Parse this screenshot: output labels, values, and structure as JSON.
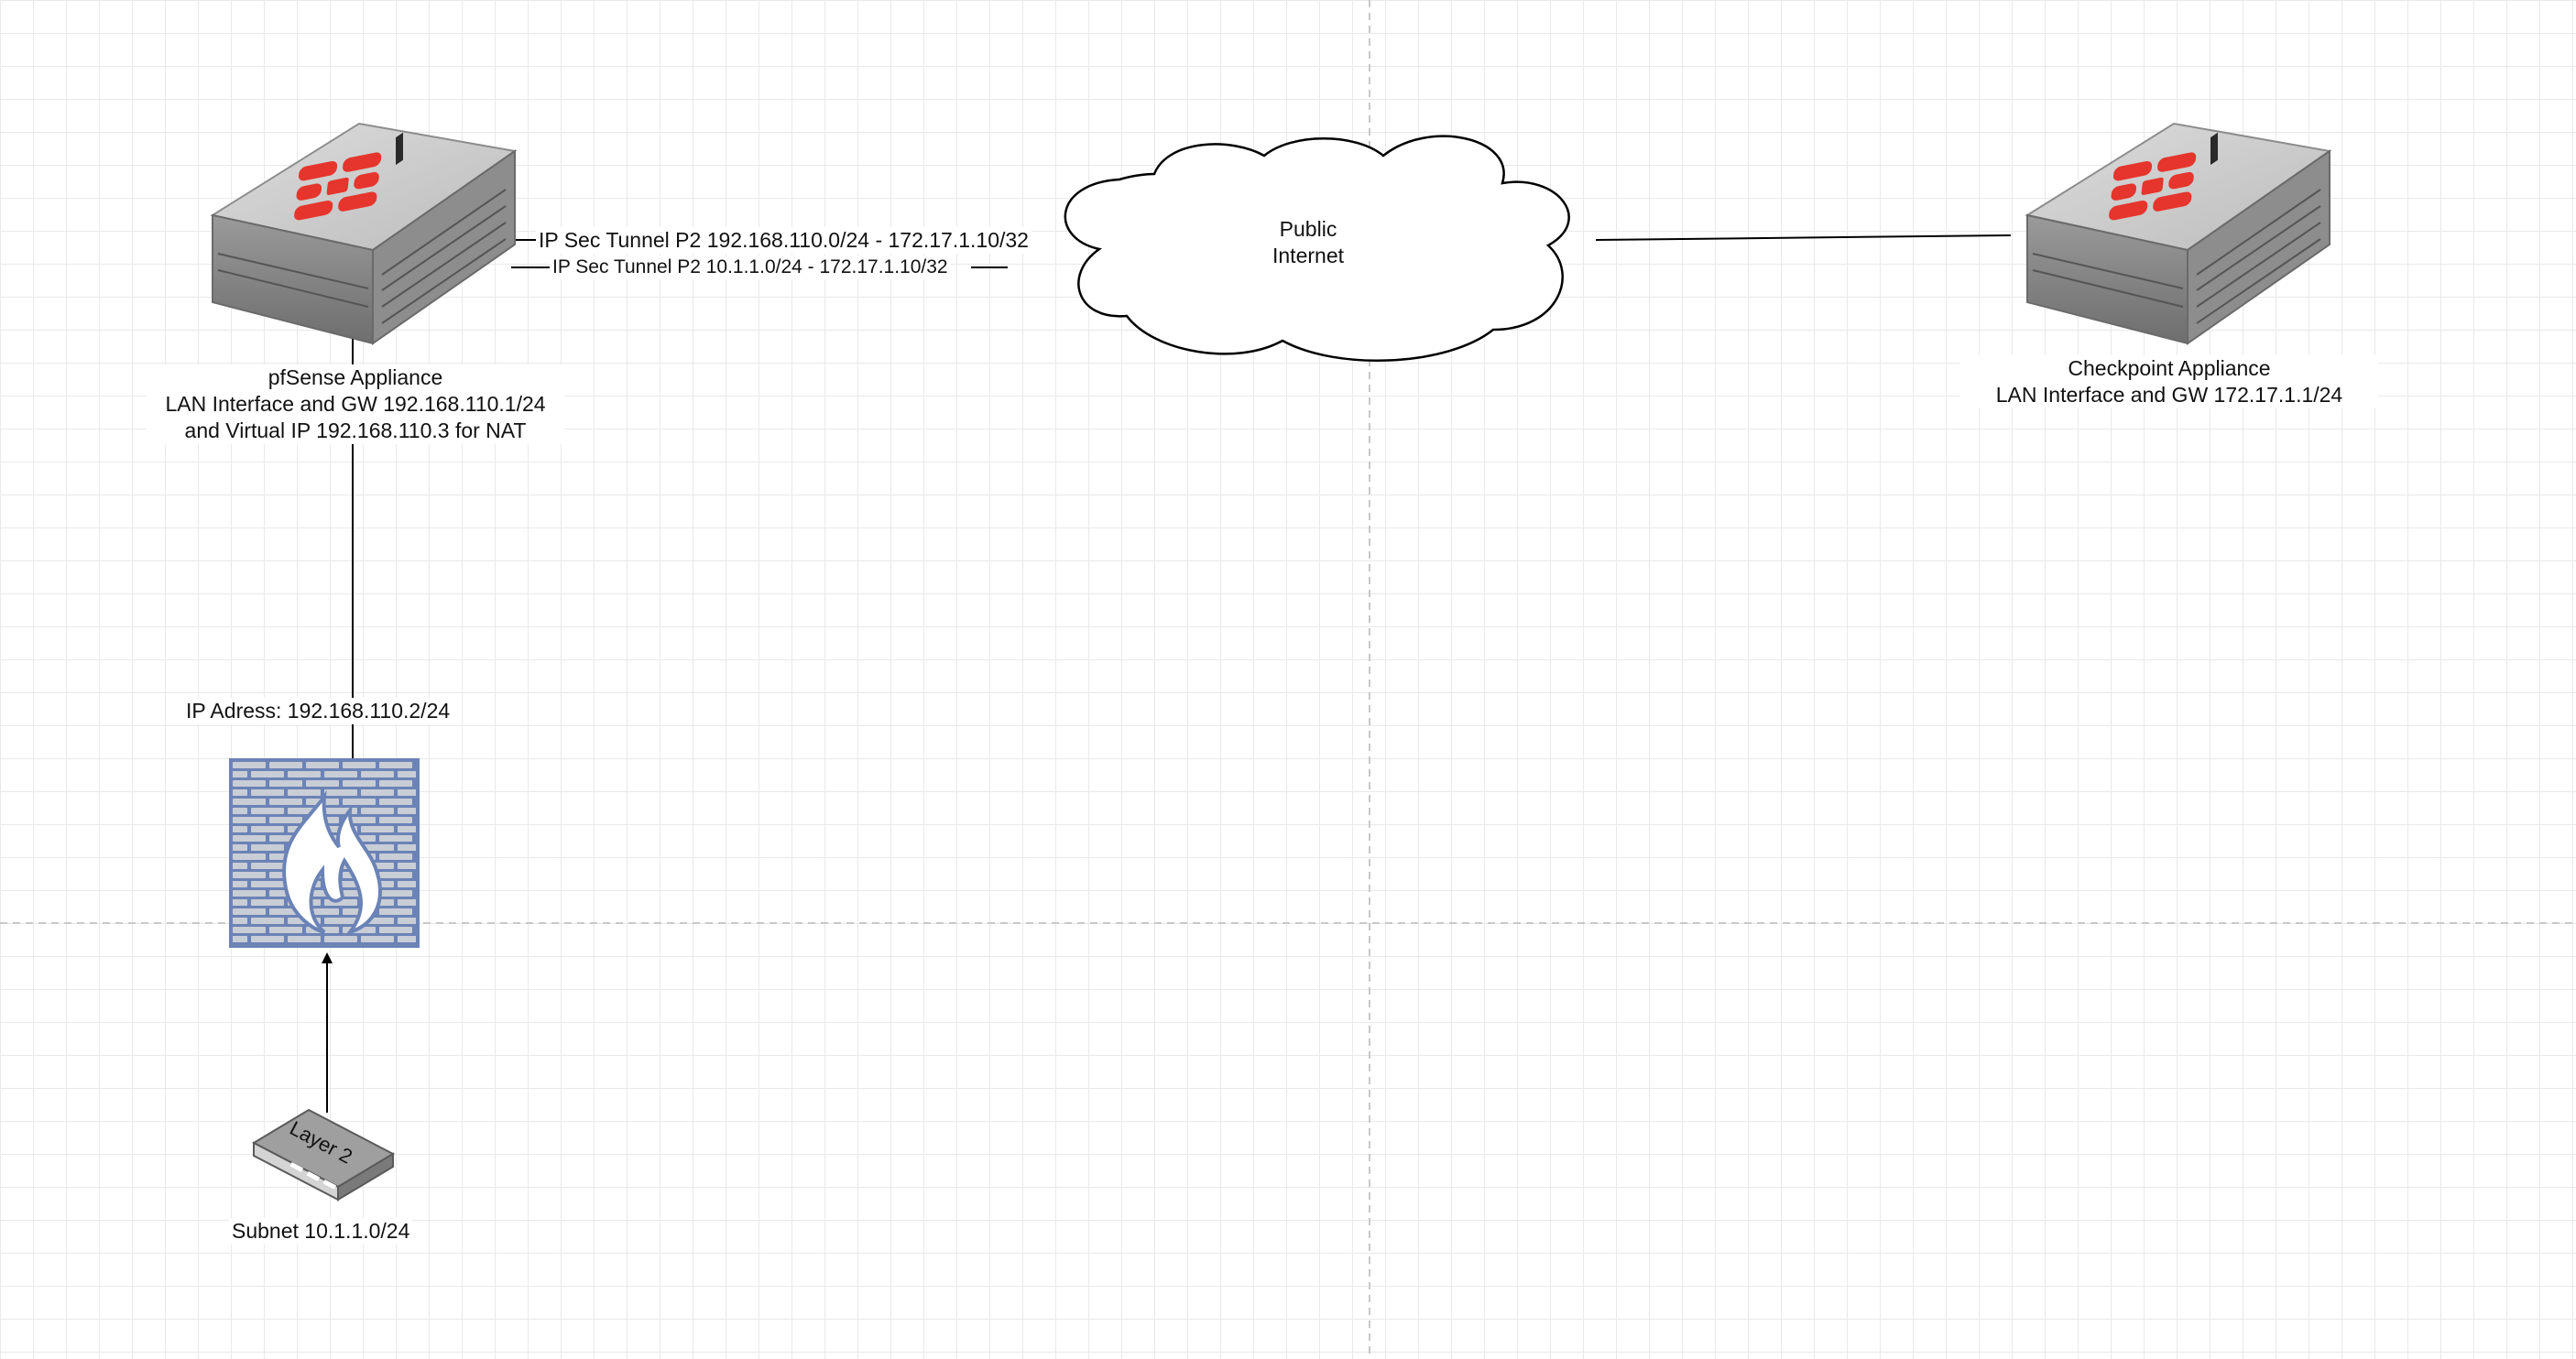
{
  "diagram": {
    "pfsense": {
      "title": "pfSense Appliance",
      "line2": "LAN Interface and GW 192.168.110.1/24",
      "line3": "and Virtual IP 192.168.110.3 for NAT",
      "icon": "fortinet-appliance-icon"
    },
    "checkpoint": {
      "title": "Checkpoint Appliance",
      "line2": "LAN Interface and GW 172.17.1.1/24",
      "icon": "fortinet-appliance-icon"
    },
    "cloud": {
      "line1": "Public",
      "line2": "Internet",
      "icon": "cloud-icon"
    },
    "tunnels": [
      "IP Sec  Tunnel P2 192.168.110.0/24 - 172.17.1.10/32",
      "IP Sec Tunnel P2 10.1.1.0/24 - 172.17.1.10/32"
    ],
    "firewall": {
      "ip_label": "IP Adress: 192.168.110.2/24",
      "icon": "firewall-icon"
    },
    "switch": {
      "label": "Layer 2",
      "subnet": "Subnet 10.1.1.0/24",
      "icon": "layer2-switch-icon"
    },
    "colors": {
      "appliance_red": "#e5352c",
      "firewall_blue": "#6b83b6",
      "grid": "#e9e9e9",
      "line": "#000000"
    }
  }
}
